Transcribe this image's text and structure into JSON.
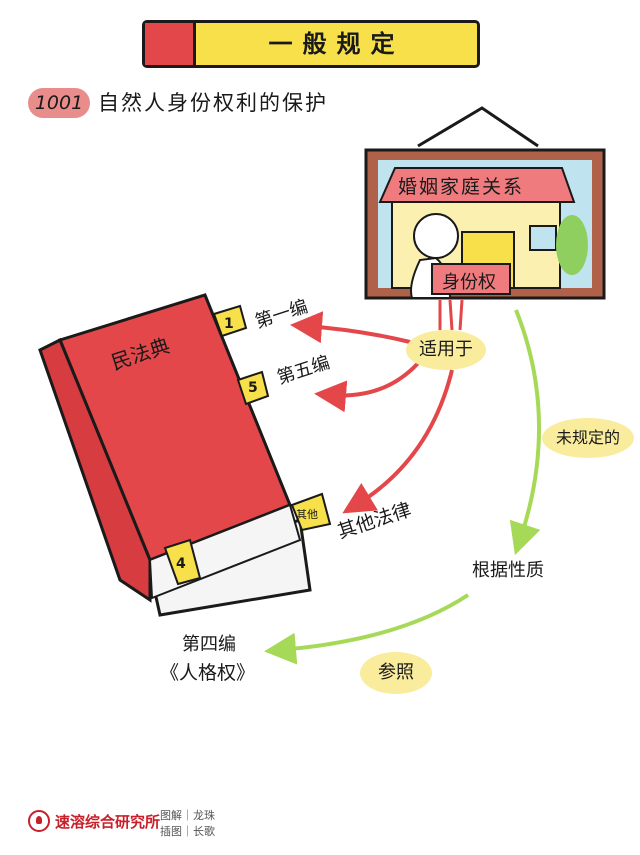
{
  "header": {
    "title": "一般规定"
  },
  "article": {
    "number": "1001",
    "title": "自然人身份权利的保护"
  },
  "house": {
    "roof_label": "婚姻家庭关系",
    "sign_label": "身份权"
  },
  "book": {
    "title": "民法典",
    "tabs": [
      "1",
      "5",
      "4",
      "其他"
    ]
  },
  "labels": {
    "part1": "第一编",
    "part5": "第五编",
    "other_laws": "其他法律",
    "applies_to": "适用于",
    "not_specified": "未规定的",
    "by_nature": "根据性质",
    "refer": "参照",
    "part4_line1": "第四编",
    "part4_line2": "《人格权》"
  },
  "colors": {
    "red": "#e4474a",
    "yellow": "#f7e04a",
    "green": "#a6d957",
    "bubble": "#f9ec9c",
    "frame": "#b0614a"
  },
  "footer": {
    "org": "速溶综合研究所",
    "credit1": "图解｜龙珠",
    "credit2": "插图｜长歌"
  }
}
